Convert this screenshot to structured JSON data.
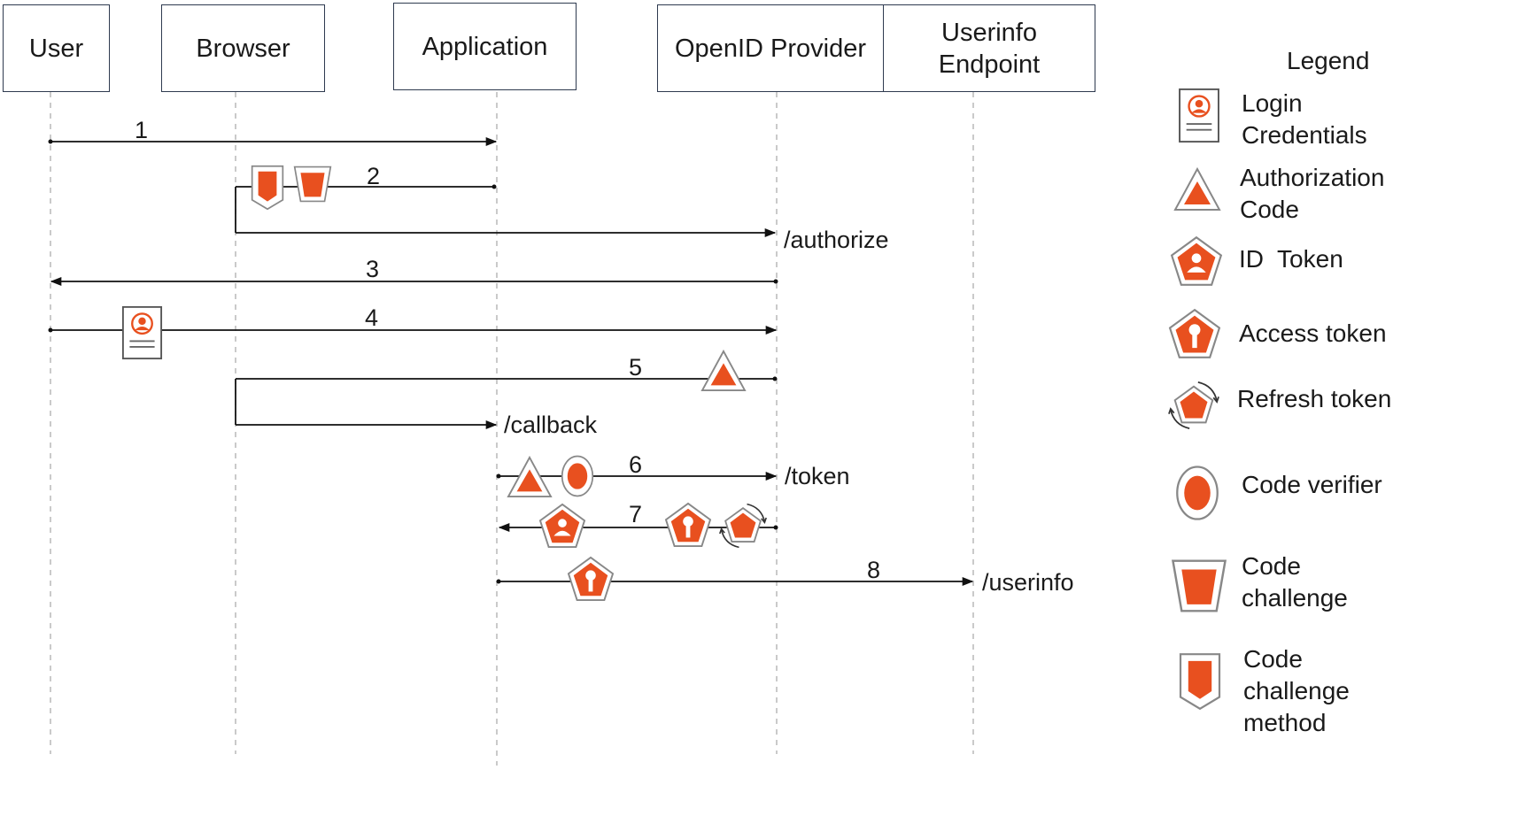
{
  "colors": {
    "accent": "#e8501f",
    "line": "#111111",
    "lifeline": "#b8b8b8",
    "box_border": "#2e3a4f",
    "icon_border": "#777777"
  },
  "actors": [
    {
      "id": "user",
      "label": "User"
    },
    {
      "id": "browser",
      "label": "Browser"
    },
    {
      "id": "application",
      "label": "Application"
    },
    {
      "id": "openid-provider",
      "label": "OpenID Provider"
    },
    {
      "id": "userinfo-endpoint",
      "label": "Userinfo Endpoint"
    }
  ],
  "messages": [
    {
      "step": "1",
      "from": "user",
      "to": "application",
      "artifacts": [],
      "endpoint": ""
    },
    {
      "step": "2",
      "from": "application",
      "to": "openid-provider",
      "via": "browser",
      "artifacts": [
        "code-challenge-method",
        "code-challenge"
      ],
      "endpoint": "/authorize"
    },
    {
      "step": "3",
      "from": "openid-provider",
      "to": "user",
      "artifacts": [],
      "endpoint": ""
    },
    {
      "step": "4",
      "from": "user",
      "to": "openid-provider",
      "artifacts": [
        "login-credentials"
      ],
      "endpoint": ""
    },
    {
      "step": "5",
      "from": "openid-provider",
      "to": "application",
      "via": "browser",
      "artifacts": [
        "authorization-code"
      ],
      "endpoint": "/callback"
    },
    {
      "step": "6",
      "from": "application",
      "to": "openid-provider",
      "artifacts": [
        "authorization-code",
        "code-verifier"
      ],
      "endpoint": "/token"
    },
    {
      "step": "7",
      "from": "openid-provider",
      "to": "application",
      "artifacts": [
        "id-token",
        "access-token",
        "refresh-token"
      ],
      "endpoint": ""
    },
    {
      "step": "8",
      "from": "application",
      "to": "userinfo-endpoint",
      "artifacts": [
        "access-token"
      ],
      "endpoint": "/userinfo"
    }
  ],
  "legend": {
    "title": "Legend",
    "items": [
      {
        "icon": "login-credentials-icon",
        "lines": [
          "Login",
          "Credentials"
        ]
      },
      {
        "icon": "authorization-code-icon",
        "lines": [
          "Authorization",
          "Code"
        ]
      },
      {
        "icon": "id-token-icon",
        "lines": [
          "ID  Token"
        ]
      },
      {
        "icon": "access-token-icon",
        "lines": [
          "Access token"
        ]
      },
      {
        "icon": "refresh-token-icon",
        "lines": [
          "Refresh token"
        ]
      },
      {
        "icon": "code-verifier-icon",
        "lines": [
          "Code verifier"
        ]
      },
      {
        "icon": "code-challenge-icon",
        "lines": [
          "Code",
          "challenge"
        ]
      },
      {
        "icon": "code-challenge-method-icon",
        "lines": [
          "Code",
          "challenge",
          "method"
        ]
      }
    ]
  }
}
